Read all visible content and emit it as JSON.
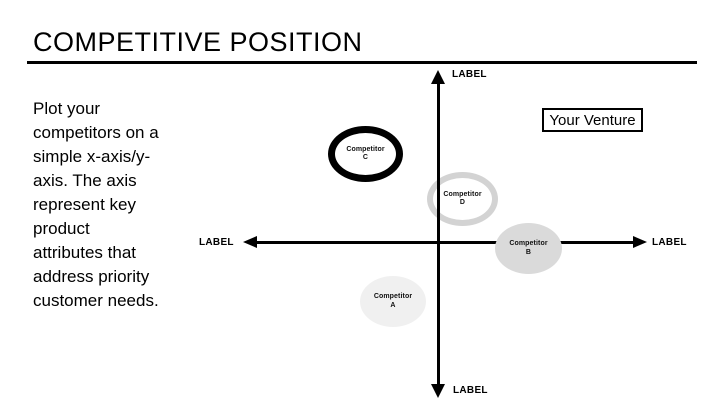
{
  "slide": {
    "title": "COMPETITIVE POSITION",
    "description": "Plot your\ncompetitors on a\nsimple x-axis/y-\naxis. The axis\nrepresent key\nproduct\nattributes that\naddress priority\ncustomer needs."
  },
  "chart": {
    "axis_labels": {
      "top": "LABEL",
      "bottom": "LABEL",
      "left": "LABEL",
      "right": "LABEL"
    },
    "venture_box_label": "Your Venture",
    "competitors": [
      {
        "line1": "Competitor",
        "line2": "A",
        "fill": "#f0f0f0",
        "border": "none"
      },
      {
        "line1": "Competitor",
        "line2": "B",
        "fill": "#dadada",
        "border": "none"
      },
      {
        "line1": "Competitor",
        "line2": "C",
        "fill": "#ffffff",
        "border": "#000000"
      },
      {
        "line1": "Competitor",
        "line2": "D",
        "fill": "#ffffff",
        "border": "#d3d3d3"
      }
    ]
  },
  "colors": {
    "background": "#ffffff",
    "axis": "#000000",
    "text": "#000000"
  }
}
